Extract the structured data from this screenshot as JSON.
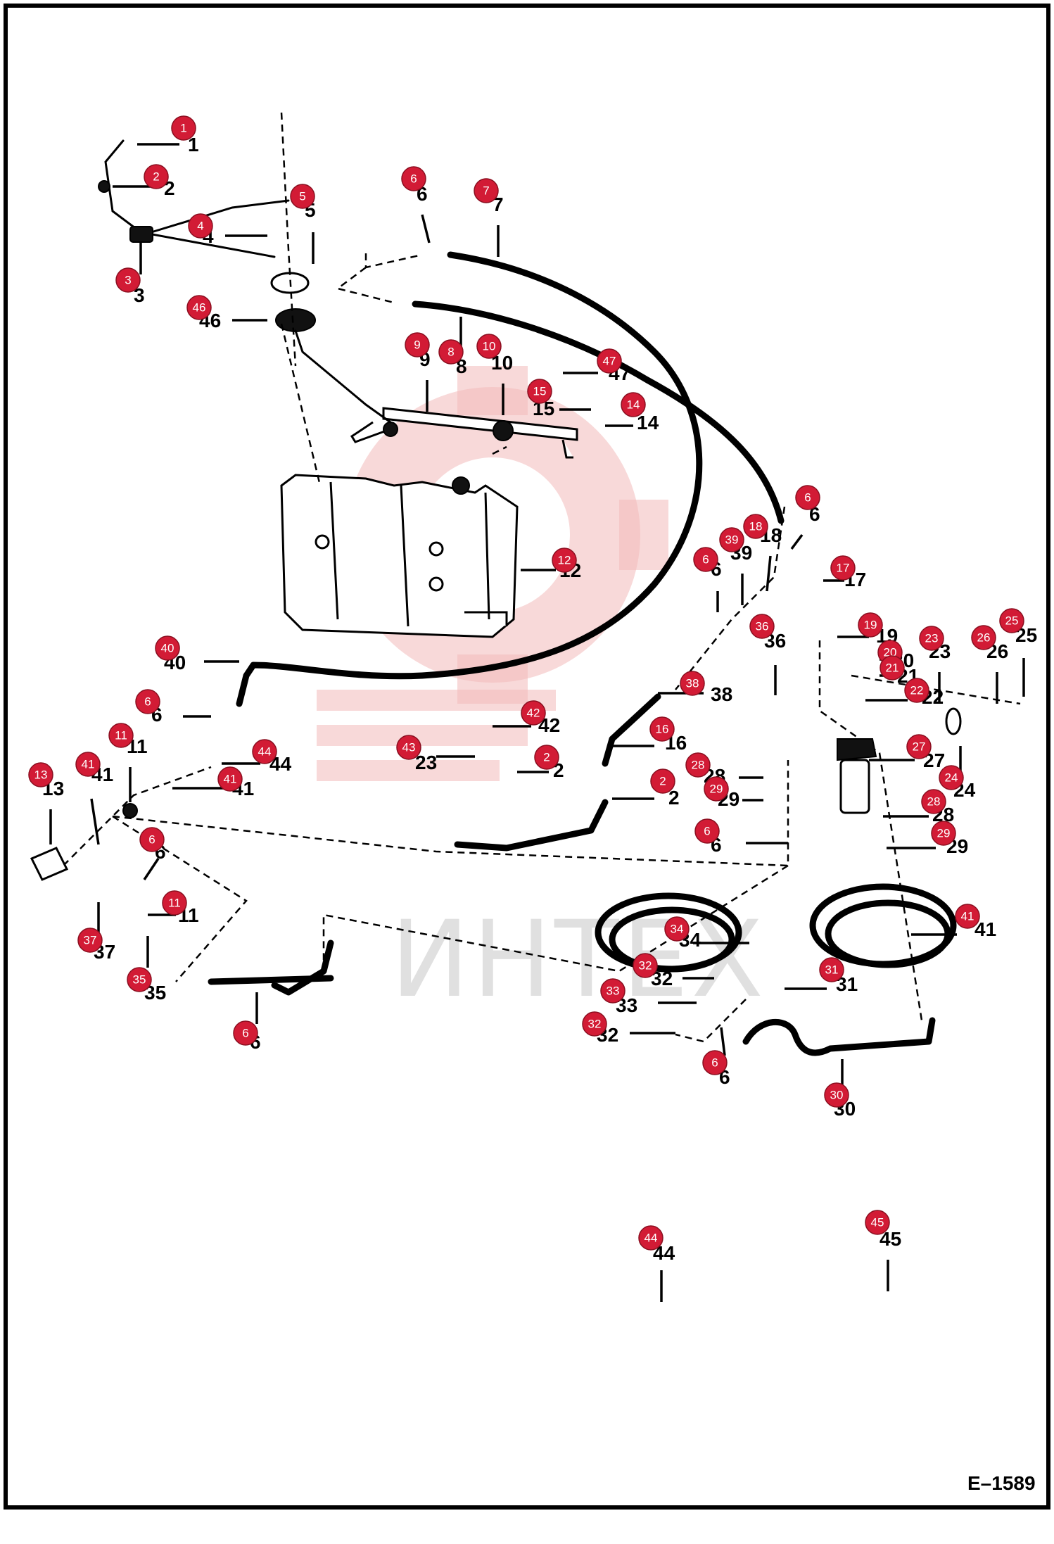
{
  "drawing_id": "E–1589",
  "watermark": "ИНТЕХ",
  "colors": {
    "badge": "#d21b35",
    "watermark": "#f3b9b9",
    "line": "#000000"
  },
  "callouts": [
    {
      "badge": "1",
      "number": "1"
    },
    {
      "badge": "2",
      "number": "2"
    },
    {
      "badge": "3",
      "number": "3"
    },
    {
      "badge": "4",
      "number": "4"
    },
    {
      "badge": "5",
      "number": "5"
    },
    {
      "badge": "46",
      "number": "46"
    },
    {
      "badge": "6",
      "number": "6"
    },
    {
      "badge": "7",
      "number": "7"
    },
    {
      "badge": "9",
      "number": "9"
    },
    {
      "badge": "8",
      "number": "8"
    },
    {
      "badge": "10",
      "number": "10"
    },
    {
      "badge": "47",
      "number": "47"
    },
    {
      "badge": "15",
      "number": "15"
    },
    {
      "badge": "14",
      "number": "14"
    },
    {
      "badge": "12",
      "number": "12"
    },
    {
      "badge": "6",
      "number": "6"
    },
    {
      "badge": "39",
      "number": "39"
    },
    {
      "badge": "18",
      "number": "18"
    },
    {
      "badge": "6",
      "number": "6"
    },
    {
      "badge": "17",
      "number": "17"
    },
    {
      "badge": "36",
      "number": "36"
    },
    {
      "badge": "19",
      "number": "19"
    },
    {
      "badge": "20",
      "number": "20"
    },
    {
      "badge": "21",
      "number": "21"
    },
    {
      "badge": "23",
      "number": "23"
    },
    {
      "badge": "26",
      "number": "26"
    },
    {
      "badge": "25",
      "number": "25"
    },
    {
      "badge": "22",
      "number": "22"
    },
    {
      "badge": "40",
      "number": "40"
    },
    {
      "badge": "6",
      "number": "6"
    },
    {
      "badge": "38",
      "number": "38"
    },
    {
      "badge": "42",
      "number": "42"
    },
    {
      "badge": "16",
      "number": "16"
    },
    {
      "badge": "43",
      "number": "23"
    },
    {
      "badge": "2",
      "number": "2"
    },
    {
      "badge": "2",
      "number": "2"
    },
    {
      "badge": "11",
      "number": "11"
    },
    {
      "badge": "44",
      "number": "44"
    },
    {
      "badge": "41",
      "number": "41"
    },
    {
      "badge": "41",
      "number": "41"
    },
    {
      "badge": "13",
      "number": "13"
    },
    {
      "badge": "27",
      "number": "27"
    },
    {
      "badge": "28",
      "number": "28"
    },
    {
      "badge": "29",
      "number": "29"
    },
    {
      "badge": "24",
      "number": "24"
    },
    {
      "badge": "28",
      "number": "28"
    },
    {
      "badge": "6",
      "number": "6"
    },
    {
      "badge": "29",
      "number": "29"
    },
    {
      "badge": "6",
      "number": "6"
    },
    {
      "badge": "41",
      "number": "41"
    },
    {
      "badge": "11",
      "number": "11"
    },
    {
      "badge": "37",
      "number": "37"
    },
    {
      "badge": "35",
      "number": "35"
    },
    {
      "badge": "6",
      "number": "6"
    },
    {
      "badge": "34",
      "number": "34"
    },
    {
      "badge": "32",
      "number": "32"
    },
    {
      "badge": "33",
      "number": "33"
    },
    {
      "badge": "32",
      "number": "32"
    },
    {
      "badge": "31",
      "number": "31"
    },
    {
      "badge": "6",
      "number": "6"
    },
    {
      "badge": "30",
      "number": "30"
    },
    {
      "badge": "44",
      "number": "44"
    },
    {
      "badge": "45",
      "number": "45"
    }
  ]
}
